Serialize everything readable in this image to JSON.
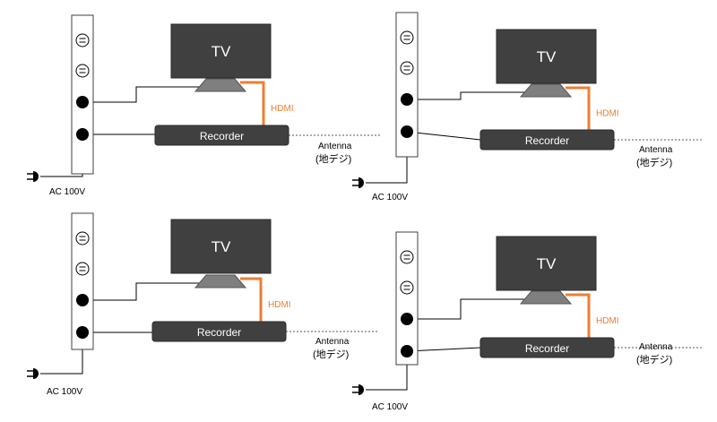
{
  "colors": {
    "tv_fill": "#404040",
    "stand_fill": "#7f7f7f",
    "recorder_fill": "#404040",
    "hdmi": "#ed7d31",
    "line": "#000000",
    "strip_fill": "#ffffff"
  },
  "labels": {
    "tv": "TV",
    "recorder": "Recorder",
    "hdmi": "HDMI",
    "antenna_line1": "Antenna",
    "antenna_line2": "(地デジ)",
    "ac": "AC 100V"
  },
  "diagrams": [
    {
      "id": "top-left"
    },
    {
      "id": "top-right"
    },
    {
      "id": "bottom-left"
    },
    {
      "id": "bottom-right"
    }
  ]
}
